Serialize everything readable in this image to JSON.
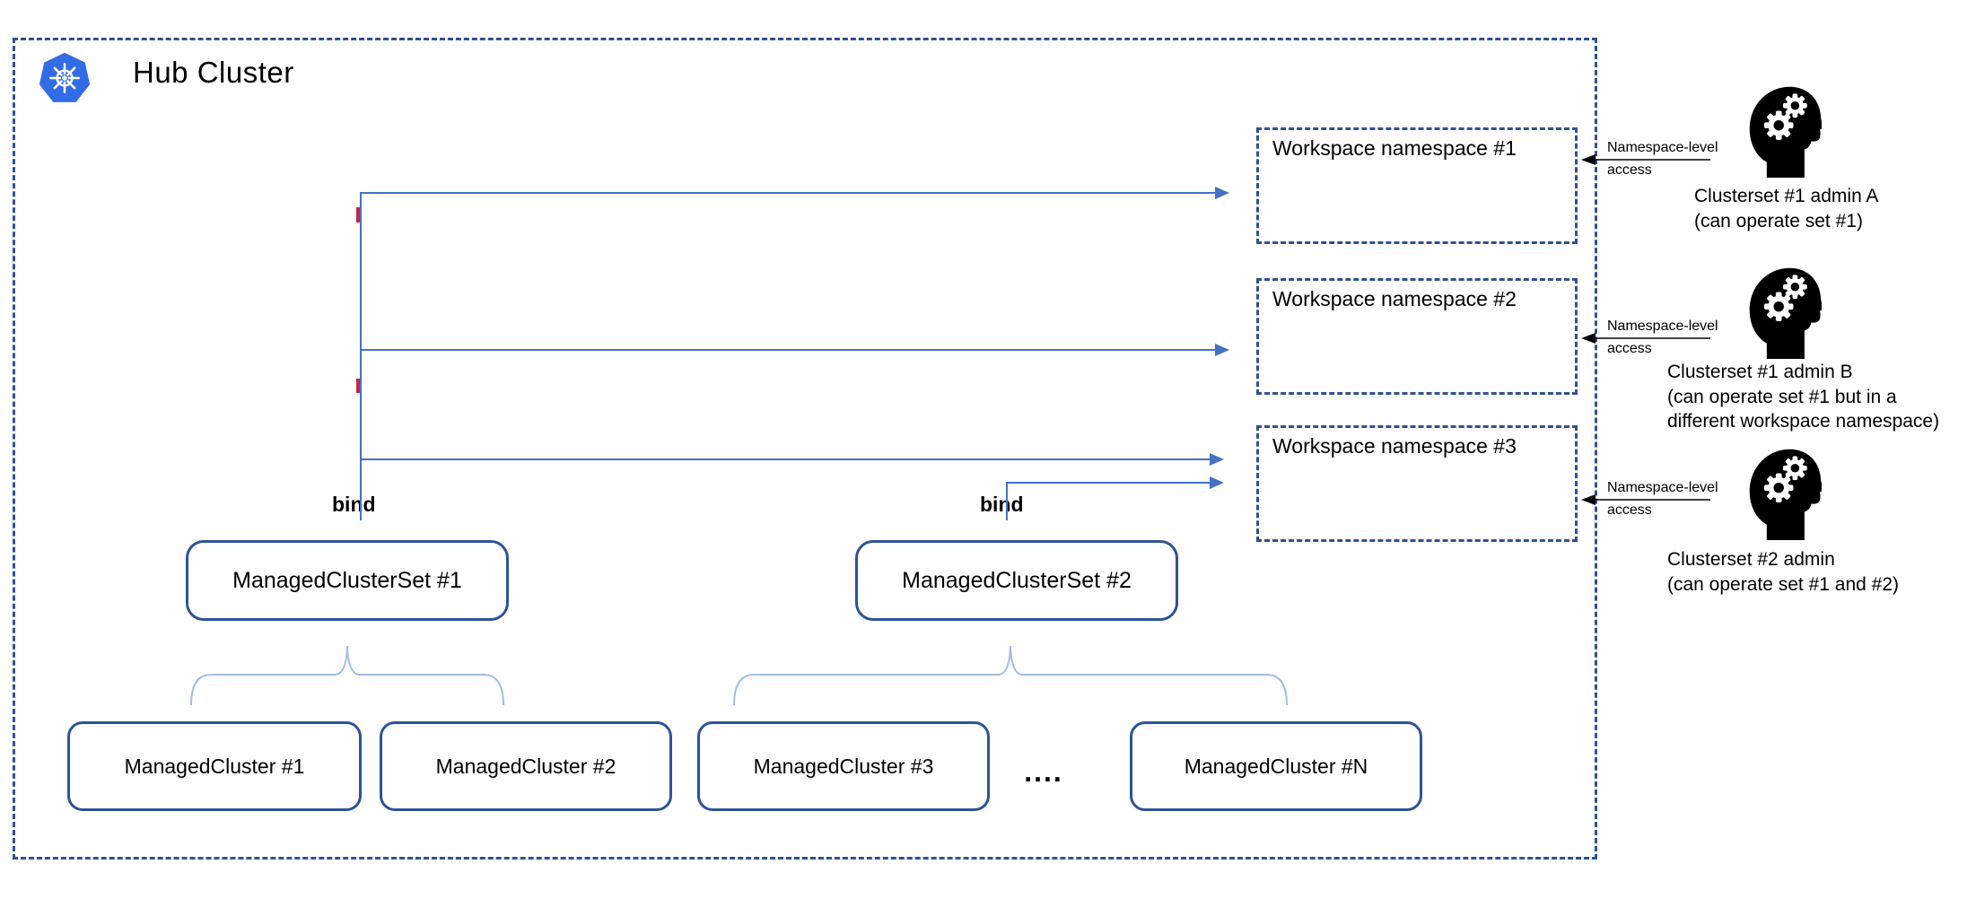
{
  "hub": {
    "title": "Hub Cluster",
    "logo": "kubernetes-icon"
  },
  "workspaces": [
    {
      "label": "Workspace namespace #1"
    },
    {
      "label": "Workspace namespace #2"
    },
    {
      "label": "Workspace namespace #3"
    }
  ],
  "cluster_sets": [
    {
      "label": "ManagedClusterSet #1",
      "bind_label": "bind"
    },
    {
      "label": "ManagedClusterSet #2",
      "bind_label": "bind"
    }
  ],
  "clusters": [
    {
      "label": "ManagedCluster #1"
    },
    {
      "label": "ManagedCluster #2"
    },
    {
      "label": "ManagedCluster #3"
    },
    {
      "label": "ManagedCluster #N"
    }
  ],
  "ellipsis_label": "....",
  "admins": [
    {
      "icon": "head-gears-icon",
      "name": "Clusterset #1 admin A",
      "desc_line1": "(can operate set #1)",
      "desc_line2": "",
      "access_line1": "Namespace-level",
      "access_line2": "access"
    },
    {
      "icon": "head-gears-icon",
      "name": "Clusterset #1 admin B",
      "desc_line1": "(can operate set #1 but in a",
      "desc_line2": "different workspace namespace)",
      "access_line1": "Namespace-level",
      "access_line2": "access"
    },
    {
      "icon": "head-gears-icon",
      "name": "Clusterset #2 admin",
      "desc_line1": "(can operate set #1 and #2)",
      "desc_line2": "",
      "access_line1": "Namespace-level",
      "access_line2": "access"
    }
  ],
  "colors": {
    "dash_border": "#2F528F",
    "box_border": "#2E5395",
    "arrow_blue": "#4472C4",
    "brace_blue": "#A3BCE5",
    "tick_red": "#C8234A",
    "k8s_blue": "#326CE5"
  }
}
